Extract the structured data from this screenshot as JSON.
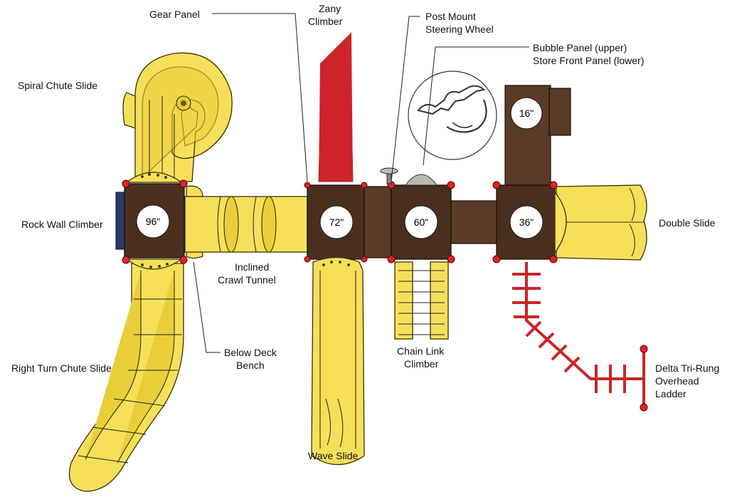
{
  "labels": {
    "gear_panel": "Gear Panel",
    "zany_climber": [
      "Zany",
      "Climber"
    ],
    "post_mount_steering_wheel": [
      "Post Mount",
      "Steering Wheel"
    ],
    "bubble_store_front": [
      "Bubble Panel (upper)",
      "Store Front Panel (lower)"
    ],
    "spiral_chute_slide": "Spiral Chute Slide",
    "rock_wall_climber": "Rock Wall Climber",
    "double_slide": "Double Slide",
    "inclined_crawl_tunnel": [
      "Inclined",
      "Crawl Tunnel"
    ],
    "below_deck_bench": [
      "Below Deck",
      "Bench"
    ],
    "right_turn_chute_slide": "Right Turn Chute Slide",
    "chain_link_climber": [
      "Chain Link",
      "Climber"
    ],
    "delta_tri_rung_ladder": [
      "Delta Tri-Rung",
      "Overhead",
      "Ladder"
    ],
    "wave_slide": "Wave Slide"
  },
  "deck_heights": {
    "deck_96": "96\"",
    "deck_72": "72\"",
    "deck_60": "60\"",
    "deck_36": "36\"",
    "deck_16": "16\""
  },
  "colors": {
    "slide_yellow": "#f6e05a",
    "deck_brown": "#4a2f1e",
    "post_red": "#d9262a",
    "outline": "#1a0f08"
  }
}
